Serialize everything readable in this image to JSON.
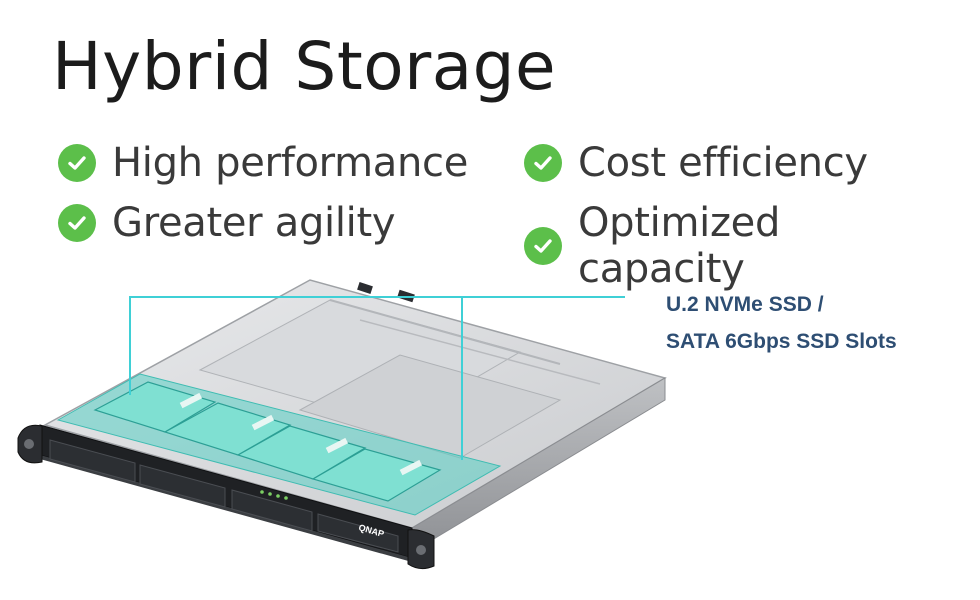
{
  "title": "Hybrid Storage",
  "features": [
    {
      "label": "High performance",
      "icon": "check-icon"
    },
    {
      "label": "Cost efficiency",
      "icon": "check-icon"
    },
    {
      "label": "Greater agility",
      "icon": "check-icon"
    },
    {
      "label": "Optimized capacity",
      "icon": "check-icon"
    }
  ],
  "callout": {
    "line1": "U.2 NVMe SSD /",
    "line2": "SATA 6Gbps SSD Slots"
  },
  "device": {
    "brand": "QNAP"
  },
  "colors": {
    "check": "#5cbf4a",
    "callout_text": "#2e4e73",
    "callout_line": "#3fd0d6",
    "ssd_highlight": "#57d0c4"
  }
}
